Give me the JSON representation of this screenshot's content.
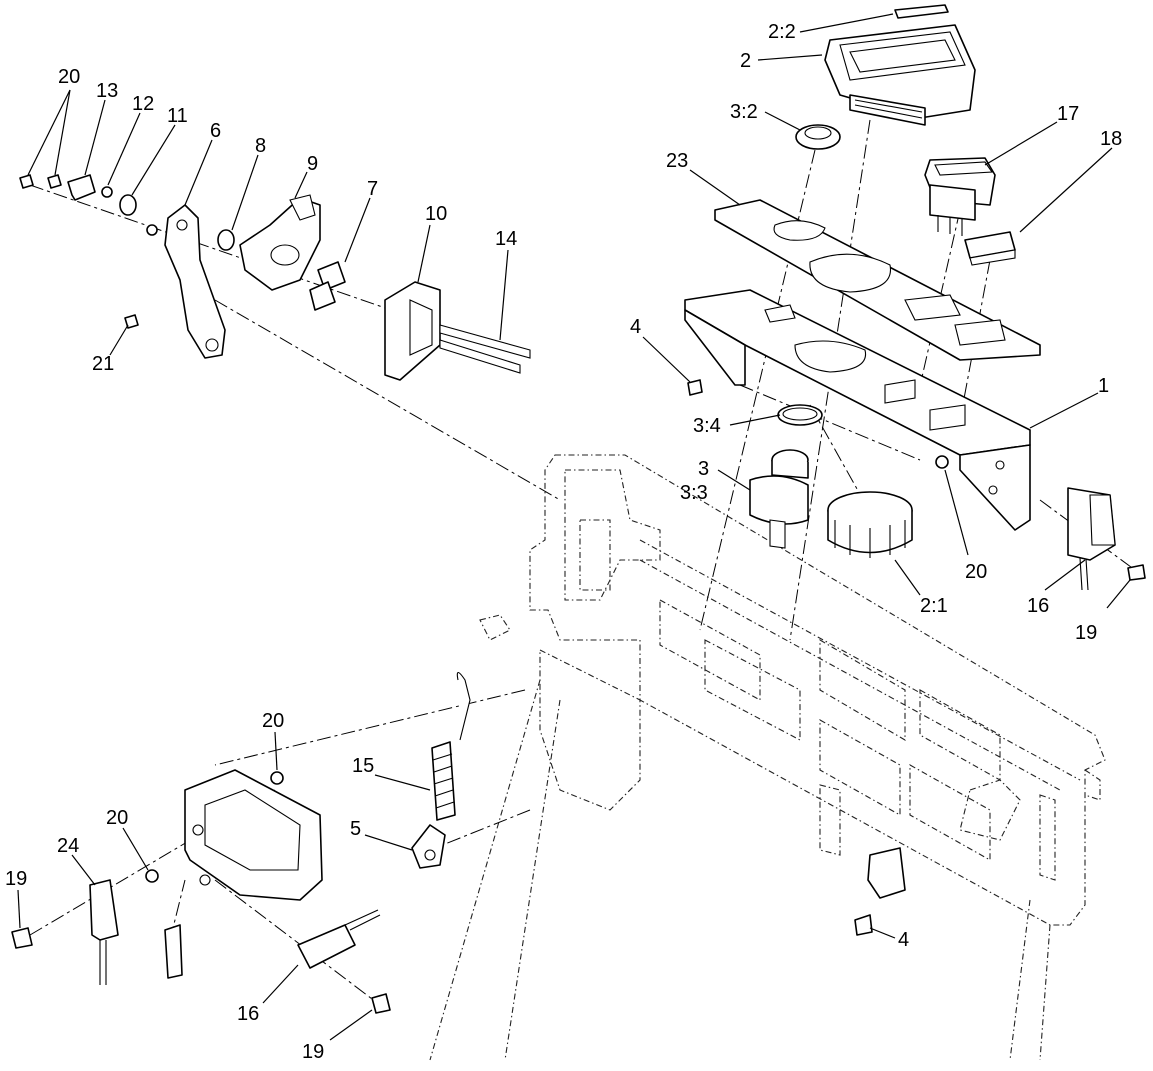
{
  "callouts": [
    {
      "id": "c-2-2",
      "label": "2:2"
    },
    {
      "id": "c-2",
      "label": "2"
    },
    {
      "id": "c-3-2",
      "label": "3:2"
    },
    {
      "id": "c-17",
      "label": "17"
    },
    {
      "id": "c-18",
      "label": "18"
    },
    {
      "id": "c-23",
      "label": "23"
    },
    {
      "id": "c-4a",
      "label": "4"
    },
    {
      "id": "c-1",
      "label": "1"
    },
    {
      "id": "c-3-4",
      "label": "3:4"
    },
    {
      "id": "c-3",
      "label": "3"
    },
    {
      "id": "c-3-3",
      "label": "3:3"
    },
    {
      "id": "c-20a",
      "label": "20"
    },
    {
      "id": "c-2-1",
      "label": "2:1"
    },
    {
      "id": "c-16a",
      "label": "16"
    },
    {
      "id": "c-19a",
      "label": "19"
    },
    {
      "id": "c-20b",
      "label": "20"
    },
    {
      "id": "c-13",
      "label": "13"
    },
    {
      "id": "c-12",
      "label": "12"
    },
    {
      "id": "c-11",
      "label": "11"
    },
    {
      "id": "c-6",
      "label": "6"
    },
    {
      "id": "c-8",
      "label": "8"
    },
    {
      "id": "c-9",
      "label": "9"
    },
    {
      "id": "c-7",
      "label": "7"
    },
    {
      "id": "c-10",
      "label": "10"
    },
    {
      "id": "c-14",
      "label": "14"
    },
    {
      "id": "c-21",
      "label": "21"
    },
    {
      "id": "c-20c",
      "label": "20"
    },
    {
      "id": "c-15",
      "label": "15"
    },
    {
      "id": "c-5",
      "label": "5"
    },
    {
      "id": "c-20d",
      "label": "20"
    },
    {
      "id": "c-24",
      "label": "24"
    },
    {
      "id": "c-19b",
      "label": "19"
    },
    {
      "id": "c-16b",
      "label": "16"
    },
    {
      "id": "c-19c",
      "label": "19"
    },
    {
      "id": "c-4b",
      "label": "4"
    }
  ]
}
